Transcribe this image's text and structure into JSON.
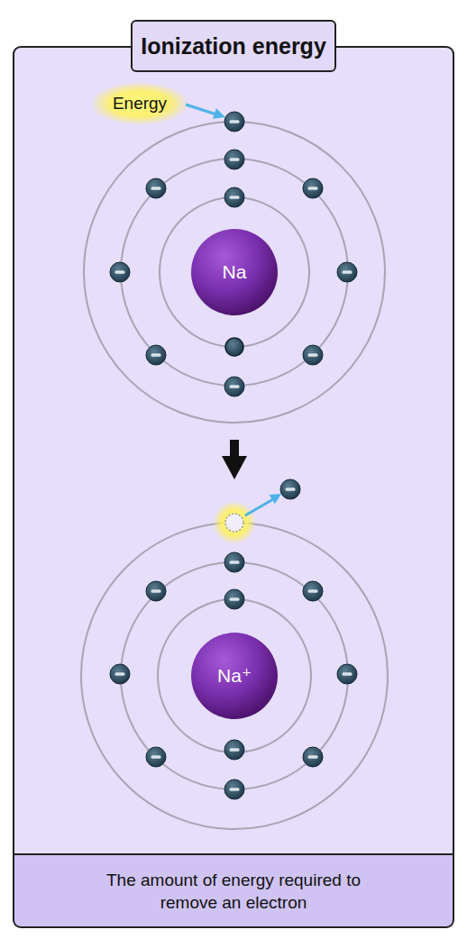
{
  "diagram": {
    "title": "Ionization energy",
    "caption": "The amount of energy required to remove an electron",
    "nodes": [
      {
        "text": [
          "Na"
        ]
      },
      {
        "text": [
          "Na⁺"
        ]
      }
    ],
    "labels": [
      "Energy"
    ]
  }
}
